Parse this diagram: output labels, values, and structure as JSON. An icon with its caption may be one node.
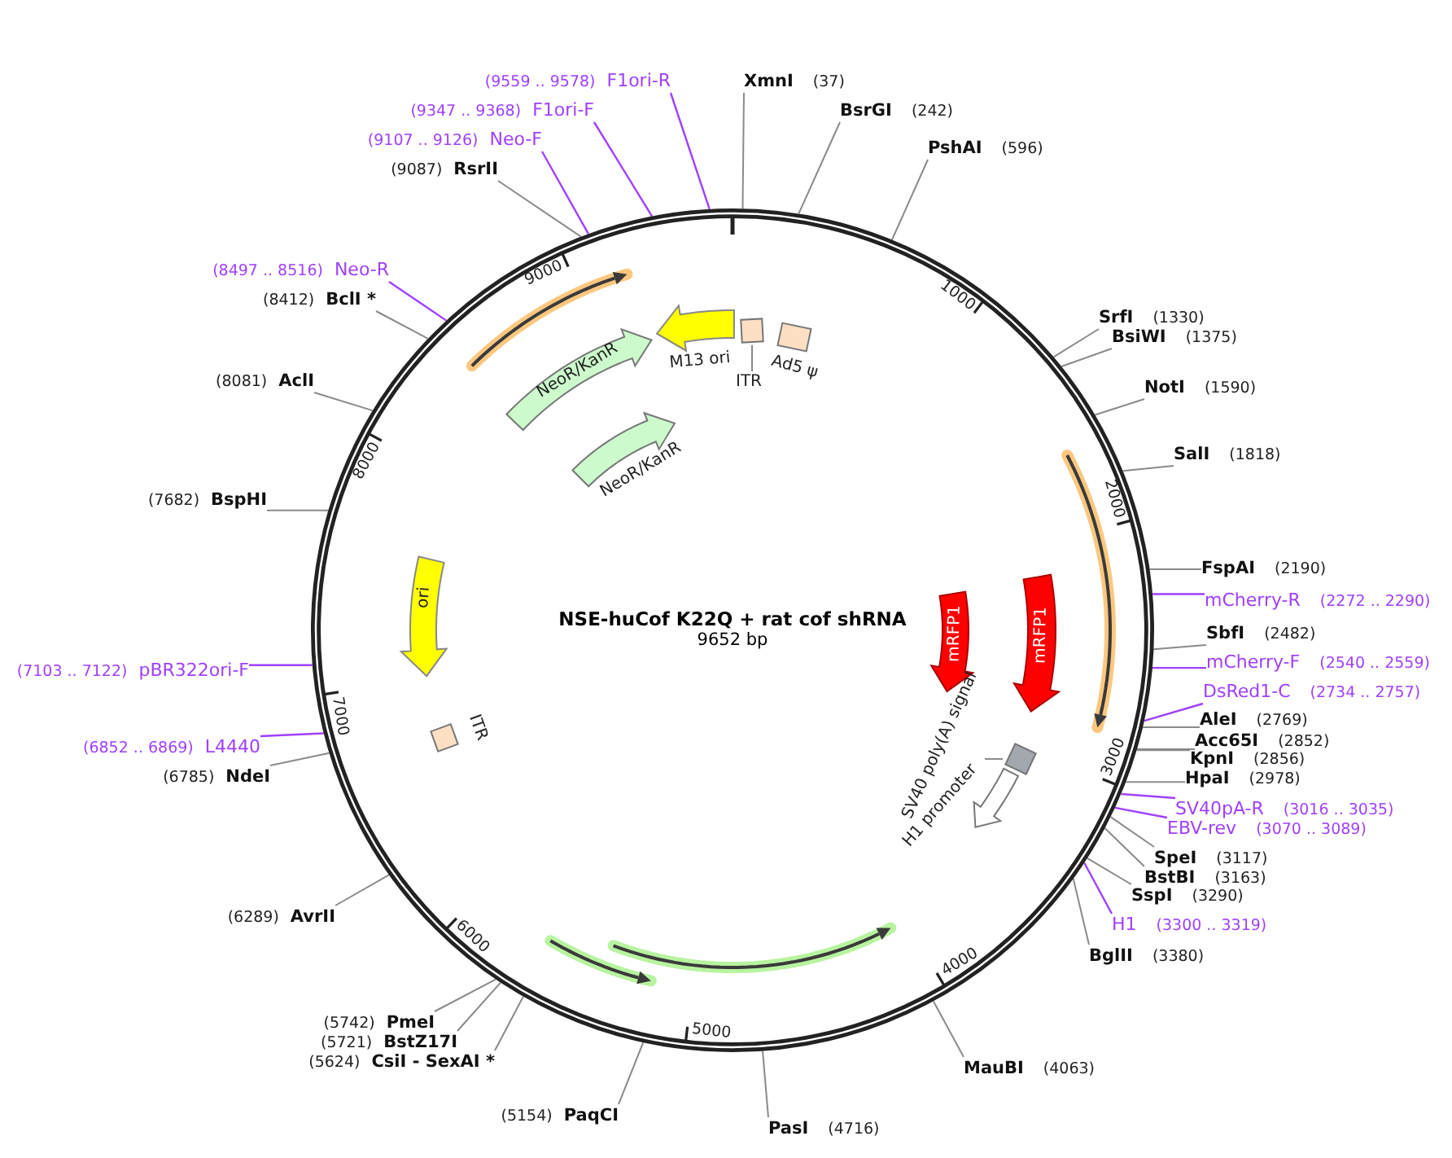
{
  "diagram": {
    "title": "NSE-huCof K22Q + rat cof shRNA",
    "nodes": [
      {
        "text": [],
        "shape": "circle"
      },
      {
        "text": [
          "XmnI",
          "(37)"
        ]
      },
      {
        "text": [
          "BsrGI",
          "(242)"
        ]
      },
      {
        "text": [
          "PshAI",
          "(596)"
        ]
      },
      {
        "text": [
          "SrfI",
          "(1330)"
        ]
      },
      {
        "text": [
          "BsiWI",
          "(1375)"
        ]
      },
      {
        "text": [
          "NotI",
          "(1590)"
        ]
      },
      {
        "text": [
          "SalI",
          "(1818)"
        ]
      },
      {
        "text": [
          "FspAI",
          "(2190)"
        ]
      },
      {
        "text": [
          "mCherry-R",
          "(2272 .. 2290)"
        ]
      },
      {
        "text": [
          "SbfI",
          "(2482)"
        ]
      },
      {
        "text": [
          "mCherry-F",
          "(2540 .. 2559)"
        ]
      },
      {
        "text": [
          "DsRed1-C",
          "(2734 .. 2757)"
        ]
      },
      {
        "text": [
          "AleI",
          "(2769)"
        ]
      },
      {
        "text": [
          "Acc65I",
          "(2852)"
        ]
      },
      {
        "text": [
          "KpnI",
          "(2856)"
        ]
      },
      {
        "text": [
          "HpaI",
          "(2978)"
        ]
      },
      {
        "text": [
          "SV40pA-R",
          "(3016 .. 3035)"
        ]
      },
      {
        "text": [
          "EBV-rev",
          "(3070 .. 3089)"
        ]
      },
      {
        "text": [
          "SpeI",
          "(3117)"
        ]
      },
      {
        "text": [
          "BstBI",
          "(3163)"
        ]
      },
      {
        "text": [
          "SspI",
          "(3290)"
        ]
      },
      {
        "text": [
          "H1",
          "(3300 .. 3319)"
        ]
      },
      {
        "text": [
          "BglII",
          "(3380)"
        ]
      },
      {
        "text": [
          "MauBI",
          "(4063)"
        ]
      },
      {
        "text": [
          "PasI",
          "(4716)"
        ]
      },
      {
        "text": [
          "(5154)",
          "PaqCI"
        ]
      },
      {
        "text": [
          "(5624)",
          "CsiI - SexAI *"
        ]
      },
      {
        "text": [
          "(5721)",
          "BstZ17I"
        ]
      },
      {
        "text": [
          "(5742)",
          "PmeI"
        ]
      },
      {
        "text": [
          "(6289)",
          "AvrII"
        ]
      },
      {
        "text": [
          "(6785)",
          "NdeI"
        ]
      },
      {
        "text": [
          "(6852 .. 6869)",
          "L4440"
        ]
      },
      {
        "text": [
          "(7103 .. 7122)",
          "pBR322ori-F"
        ]
      },
      {
        "text": [
          "(7682)",
          "BspHI"
        ]
      },
      {
        "text": [
          "(8081)",
          "AclI"
        ]
      },
      {
        "text": [
          "(8412)",
          "BclI *"
        ]
      },
      {
        "text": [
          "(8497 .. 8516)",
          "Neo-R"
        ]
      },
      {
        "text": [
          "(9087)",
          "RsrII"
        ]
      },
      {
        "text": [
          "(9107 .. 9126)",
          "Neo-F"
        ]
      },
      {
        "text": [
          "(9347 .. 9368)",
          "F1ori-F"
        ]
      },
      {
        "text": [
          "(9559 .. 9578)",
          "F1ori-R"
        ]
      },
      {
        "text": [],
        "shape": "arrow",
        "in": 0
      },
      {
        "text": [
          "NeoR/KanR"
        ],
        "in": 0
      },
      {
        "text": [
          "M13 ori"
        ],
        "in": 0
      },
      {
        "text": [],
        "shape": "box",
        "in": 0
      },
      {
        "text": [
          "ITR"
        ],
        "in": 0
      },
      {
        "text": [
          "Ad5 ψ"
        ],
        "in": 0
      },
      {
        "text": [
          "NeoR/KanR"
        ],
        "in": 0
      },
      {
        "text": [],
        "shape": "arrow",
        "in": 0
      },
      {
        "text": [
          "mRFP1"
        ],
        "in": 0
      },
      {
        "text": [
          "mRFP1"
        ],
        "in": 0
      },
      {
        "text": [
          "SV40 poly(A) signal"
        ],
        "in": 0
      },
      {
        "text": [],
        "shape": "box",
        "in": 0
      },
      {
        "text": [
          "H1 promoter"
        ],
        "in": 0
      },
      {
        "text": [],
        "shape": "arrow",
        "in": 0
      },
      {
        "text": [],
        "shape": "arrow",
        "in": 0
      },
      {
        "text": [
          "ori"
        ],
        "in": 0
      },
      {
        "text": [
          "ITR"
        ],
        "in": 0
      }
    ],
    "edges": [
      {
        "from": 1,
        "to": 0,
        "arrow": "none"
      },
      {
        "from": 2,
        "to": 0,
        "arrow": "none"
      },
      {
        "from": 3,
        "to": 0,
        "arrow": "none"
      },
      {
        "from": 4,
        "to": 0,
        "arrow": "none"
      },
      {
        "from": 5,
        "to": 0,
        "arrow": "none"
      },
      {
        "from": 6,
        "to": 0,
        "arrow": "none"
      },
      {
        "from": 7,
        "to": 0,
        "arrow": "none"
      },
      {
        "from": 8,
        "to": 0,
        "arrow": "none"
      },
      {
        "from": 9,
        "to": 0,
        "arrow": "none",
        "color": "#a040ff"
      },
      {
        "from": 10,
        "to": 0,
        "arrow": "none"
      },
      {
        "from": 11,
        "to": 0,
        "arrow": "none",
        "color": "#a040ff"
      },
      {
        "from": 12,
        "to": 0,
        "arrow": "none",
        "color": "#a040ff"
      },
      {
        "from": 13,
        "to": 0,
        "arrow": "none"
      },
      {
        "from": 14,
        "to": 0,
        "arrow": "none"
      },
      {
        "from": 15,
        "to": 0,
        "arrow": "none"
      },
      {
        "from": 16,
        "to": 0,
        "arrow": "none"
      },
      {
        "from": 17,
        "to": 0,
        "arrow": "none",
        "color": "#a040ff"
      },
      {
        "from": 18,
        "to": 0,
        "arrow": "none",
        "color": "#a040ff"
      },
      {
        "from": 19,
        "to": 0,
        "arrow": "none"
      },
      {
        "from": 20,
        "to": 0,
        "arrow": "none"
      },
      {
        "from": 21,
        "to": 0,
        "arrow": "none"
      },
      {
        "from": 22,
        "to": 0,
        "arrow": "none",
        "color": "#a040ff"
      },
      {
        "from": 23,
        "to": 0,
        "arrow": "none"
      },
      {
        "from": 24,
        "to": 0,
        "arrow": "none"
      },
      {
        "from": 25,
        "to": 0,
        "arrow": "none"
      },
      {
        "from": 26,
        "to": 0,
        "arrow": "none"
      },
      {
        "from": 27,
        "to": 0,
        "arrow": "none"
      },
      {
        "from": 28,
        "to": 0,
        "arrow": "none"
      },
      {
        "from": 29,
        "to": 0,
        "arrow": "none"
      },
      {
        "from": 30,
        "to": 0,
        "arrow": "none"
      },
      {
        "from": 31,
        "to": 0,
        "arrow": "none"
      },
      {
        "from": 32,
        "to": 0,
        "arrow": "none",
        "color": "#a040ff"
      },
      {
        "from": 33,
        "to": 0,
        "arrow": "none",
        "color": "#a040ff"
      },
      {
        "from": 34,
        "to": 0,
        "arrow": "none"
      },
      {
        "from": 35,
        "to": 0,
        "arrow": "none"
      },
      {
        "from": 36,
        "to": 0,
        "arrow": "none"
      },
      {
        "from": 37,
        "to": 0,
        "arrow": "none",
        "color": "#a040ff"
      },
      {
        "from": 38,
        "to": 0,
        "arrow": "none"
      },
      {
        "from": 39,
        "to": 0,
        "arrow": "none",
        "color": "#a040ff"
      },
      {
        "from": 40,
        "to": 0,
        "arrow": "none",
        "color": "#a040ff"
      },
      {
        "from": 41,
        "to": 0,
        "arrow": "none",
        "color": "#a040ff"
      },
      {
        "from": 46,
        "to": 45,
        "arrow": "none"
      },
      {
        "from": 52,
        "to": 53,
        "arrow": "none"
      }
    ],
    "labels": [
      "9652 bp",
      "1000",
      "2000",
      "3000",
      "4000",
      "5000",
      "6000",
      "7000",
      "8000",
      "9000"
    ]
  }
}
